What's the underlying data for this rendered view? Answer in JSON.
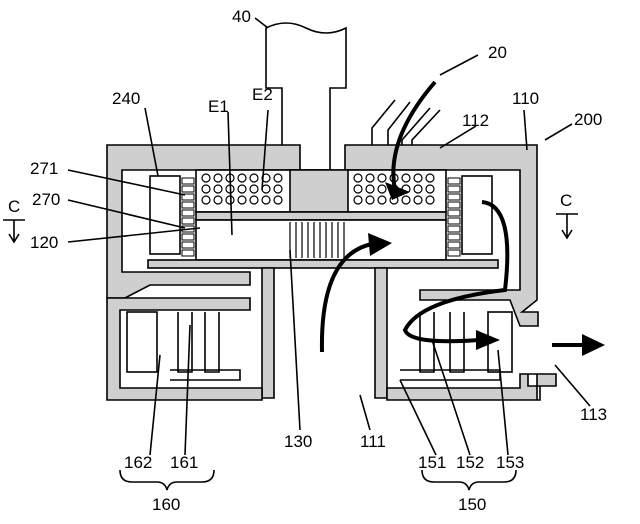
{
  "labels": {
    "shaft": "40",
    "inlet_pipe": "20",
    "magnet_outer": "240",
    "region_e1": "E1",
    "region_e2": "E2",
    "housing": "110",
    "inlet_port": "112",
    "pump": "200",
    "coil": "271",
    "stator": "270",
    "section_c_left": "C",
    "section_c_right": "C",
    "impeller": "120",
    "blades": "130",
    "center_pipe": "111",
    "part_162": "162",
    "part_161": "161",
    "part_151": "151",
    "part_152": "152",
    "part_153": "153",
    "outlet": "113",
    "group_160": "160",
    "group_150": "150"
  }
}
